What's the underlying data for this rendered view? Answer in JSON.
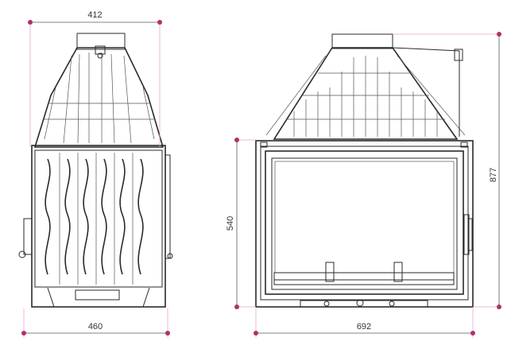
{
  "dimensions": {
    "side_top_width": "412",
    "side_bottom_width": "460",
    "front_height": "540",
    "front_total_height": "877",
    "front_width": "692"
  },
  "colors": {
    "outline": "#2a2a2a",
    "dimension_point": "#b0306b",
    "extension_line": "#e5a8c8",
    "background": "#ffffff"
  }
}
